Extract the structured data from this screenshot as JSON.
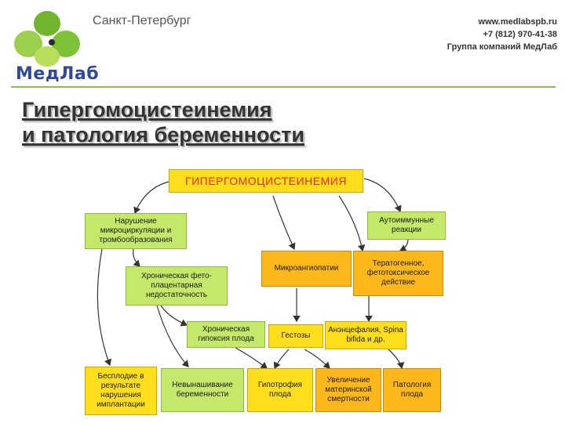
{
  "header": {
    "logo_text": "МедЛаб",
    "city": "Санкт-Петербург",
    "website": "www.medlabspb.ru",
    "phone": "+7 (812) 970-41-38",
    "company": "Группа компаний МедЛаб"
  },
  "title": {
    "line1": "Гипергомоцистеинемия",
    "line2": "и патология беременности"
  },
  "colors": {
    "accent_green": "#8cbf3f",
    "yellow": "#ffdf1c",
    "green": "#c4e86a",
    "orange": "#ffb81a",
    "red_text": "#ea2a2a"
  },
  "diagram": {
    "main": "ГИПЕРГОМОЦИСТЕИНЕМИЯ",
    "microcirculation": "Нарушение микроциркуляции и тромбообразования",
    "autoimmune": "Аутоиммунные реакции",
    "placental": "Хроническая фето-плацентарная недостаточность",
    "microangiopathy": "Микроангиопатии",
    "teratogenic": "Тератогенное, фетотоксическое действие",
    "hypoxia": "Хроническая гипоксия плода",
    "gestosis": "Гестозы",
    "anencephaly": "Анэнцефалия, Spina bifida и др.",
    "infertility": "Бесплодие в результате нарушения имплантации",
    "miscarriage": "Невынашивание беременности",
    "hypotrophy": "Гипотрофия плода",
    "mortality": "Увеличение материнской смертности",
    "fetal_pathology": "Патология плода"
  }
}
